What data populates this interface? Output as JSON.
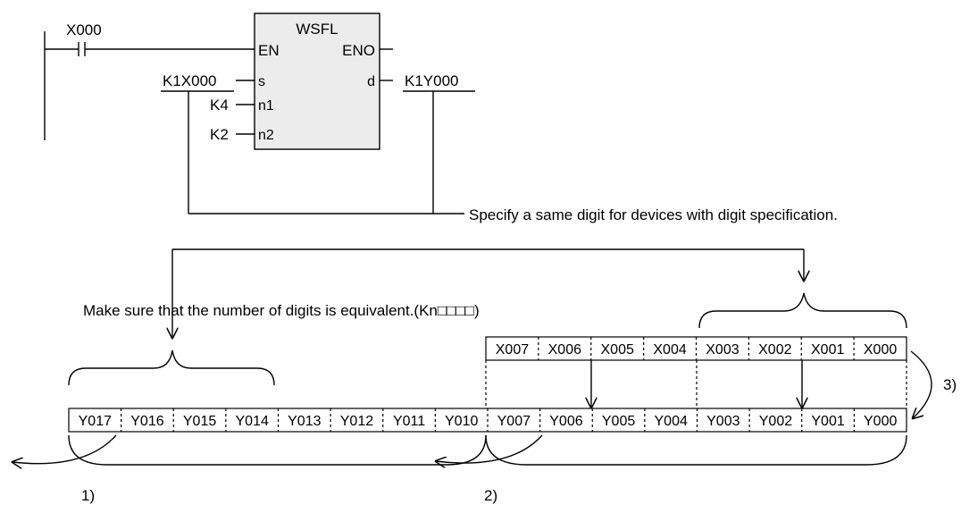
{
  "ladder": {
    "contact_label": "X000",
    "block_title": "WSFL",
    "pin_en": "EN",
    "pin_eno": "ENO",
    "pin_s": "s",
    "pin_d": "d",
    "pin_n1": "n1",
    "pin_n2": "n2",
    "operand_s": "K1X000",
    "operand_d": "K1Y000",
    "operand_n1": "K4",
    "operand_n2": "K2"
  },
  "notes": {
    "same_digit": "Specify a same digit for devices with digit specification.",
    "equivalent_digits": "Make sure that the number of digits is equivalent.(Kn□□□□)"
  },
  "source_cells": [
    "X007",
    "X006",
    "X005",
    "X004",
    "X003",
    "X002",
    "X001",
    "X000"
  ],
  "dest_cells": [
    "Y017",
    "Y016",
    "Y015",
    "Y014",
    "Y013",
    "Y012",
    "Y011",
    "Y010",
    "Y007",
    "Y006",
    "Y005",
    "Y004",
    "Y003",
    "Y002",
    "Y001",
    "Y000"
  ],
  "steps": {
    "step1": "1)",
    "step2": "2)",
    "step3": "3)"
  }
}
